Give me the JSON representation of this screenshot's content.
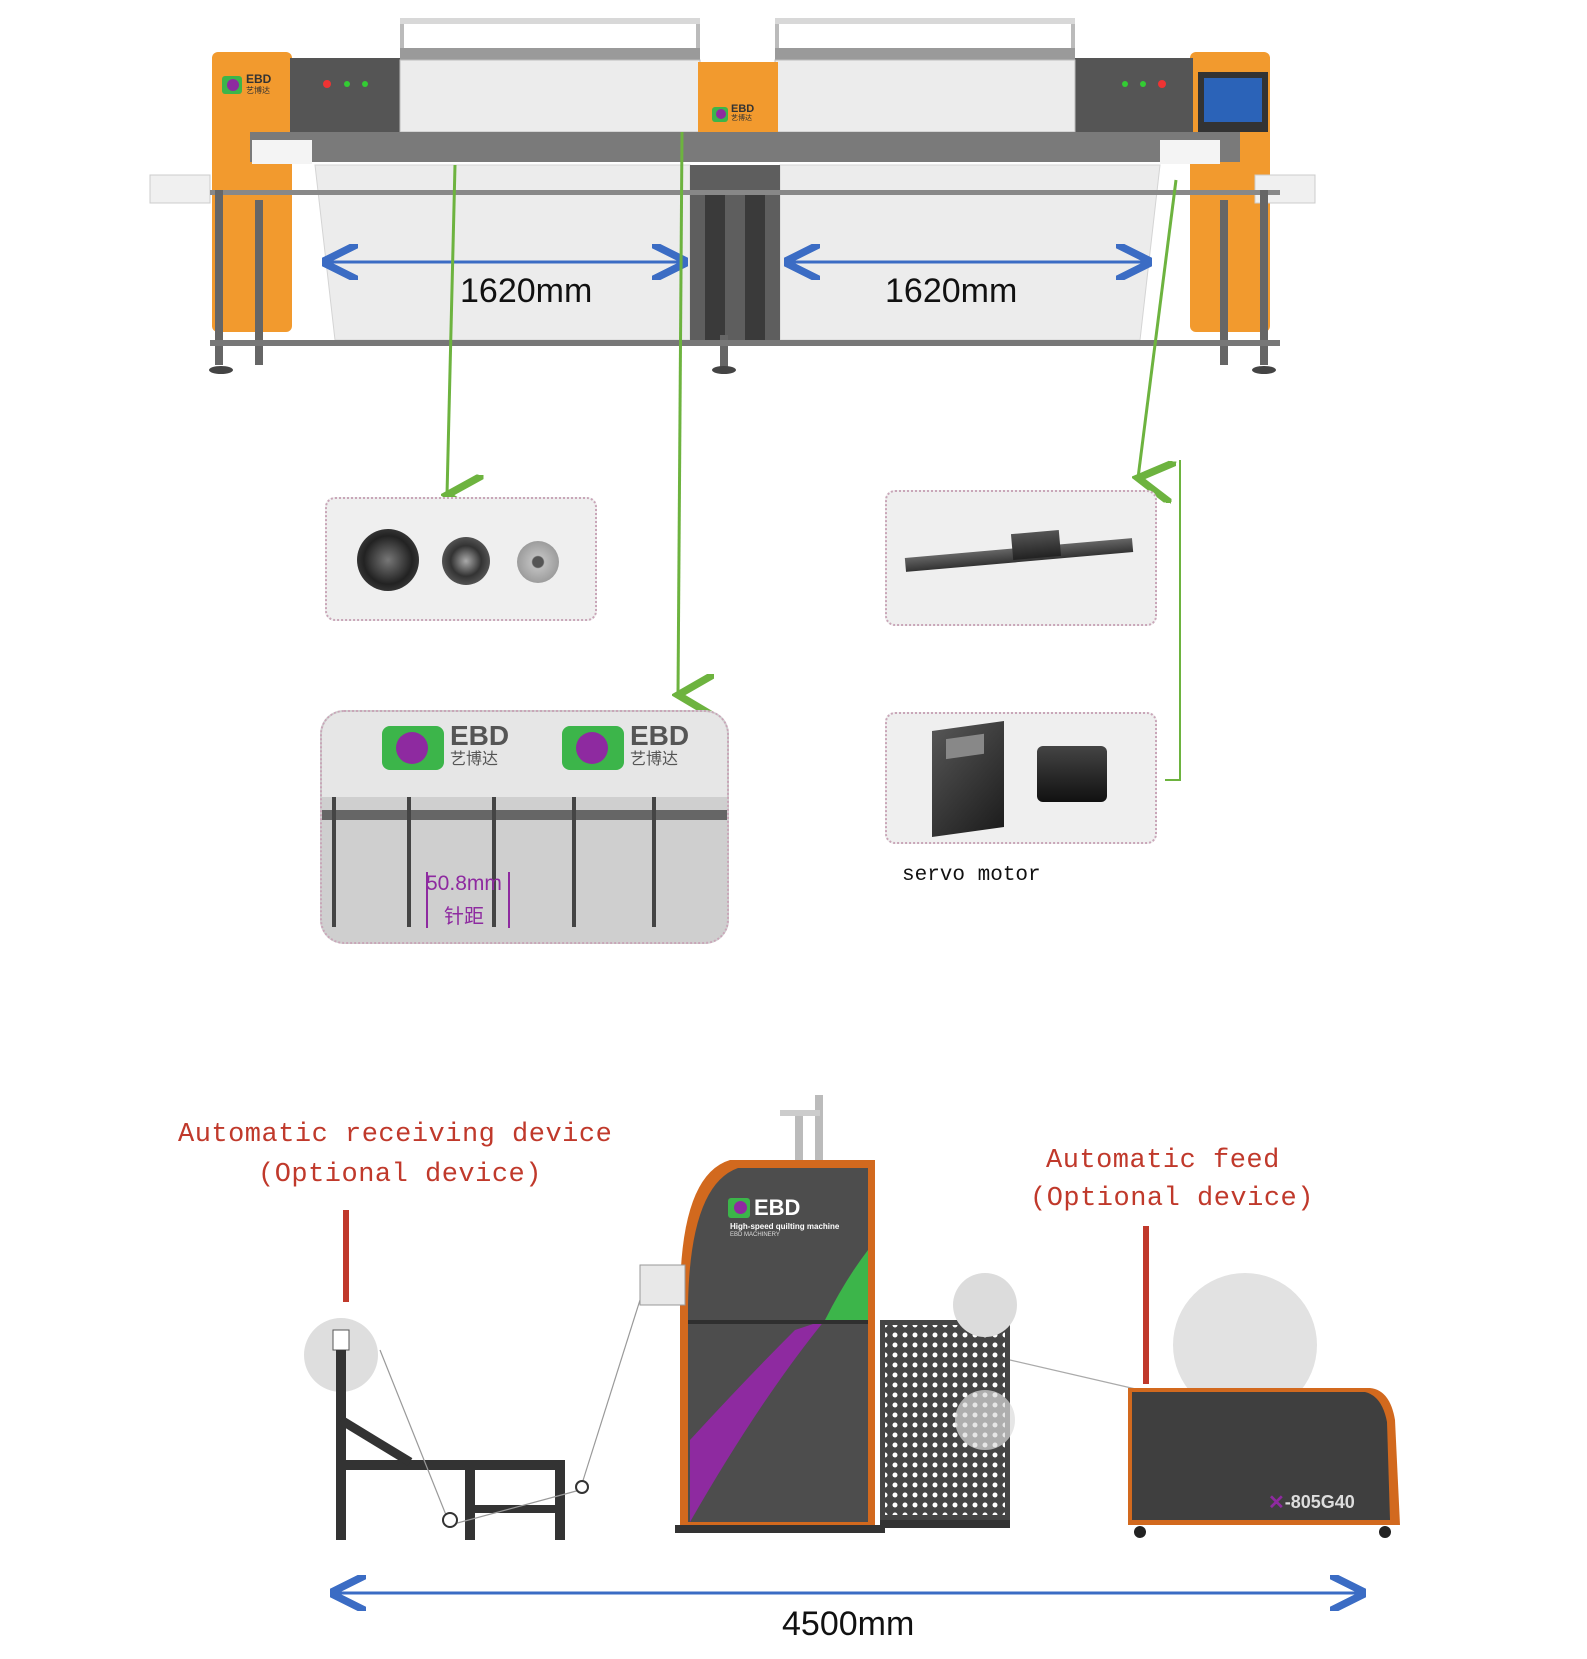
{
  "dimensions": {
    "left_width": "1620mm",
    "right_width": "1620mm",
    "total_length": "4500mm",
    "needle_pitch": "50.8mm",
    "needle_pitch_cn": "针距"
  },
  "brand": {
    "logo": "EBD",
    "logo_cn": "艺博达",
    "tagline": "High-speed quilting machine",
    "sub_tagline": "EBD MACHINERY",
    "model": "-805G40"
  },
  "labels": {
    "servo_motor": "servo motor",
    "receiving_title": "Automatic receiving device",
    "receiving_sub": "(Optional device)",
    "feed_title": "Automatic feed",
    "feed_sub": "(Optional device)"
  },
  "colors": {
    "machine_orange": "#f29a2e",
    "frame_gray": "#5a5a5a",
    "arrow_blue": "#3b6cc4",
    "pointer_green": "#6db33f",
    "callout_red": "#c0392b",
    "accent_purple": "#8e2aa0",
    "accent_green": "#3cb54a"
  }
}
